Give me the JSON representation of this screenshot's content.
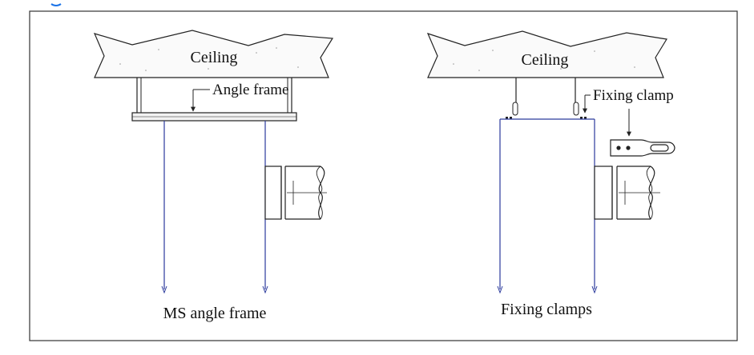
{
  "diagrams": [
    {
      "ceiling_label": "Ceiling",
      "callout_label": "Angle frame",
      "caption": "MS angle frame"
    },
    {
      "ceiling_label": "Ceiling",
      "callout_label": "Fixing clamp",
      "caption": "Fixing clamps"
    }
  ],
  "colors": {
    "line": "#222222",
    "duct": "#2b3a9c",
    "border": "#333333",
    "accent": "#1a73e8"
  }
}
